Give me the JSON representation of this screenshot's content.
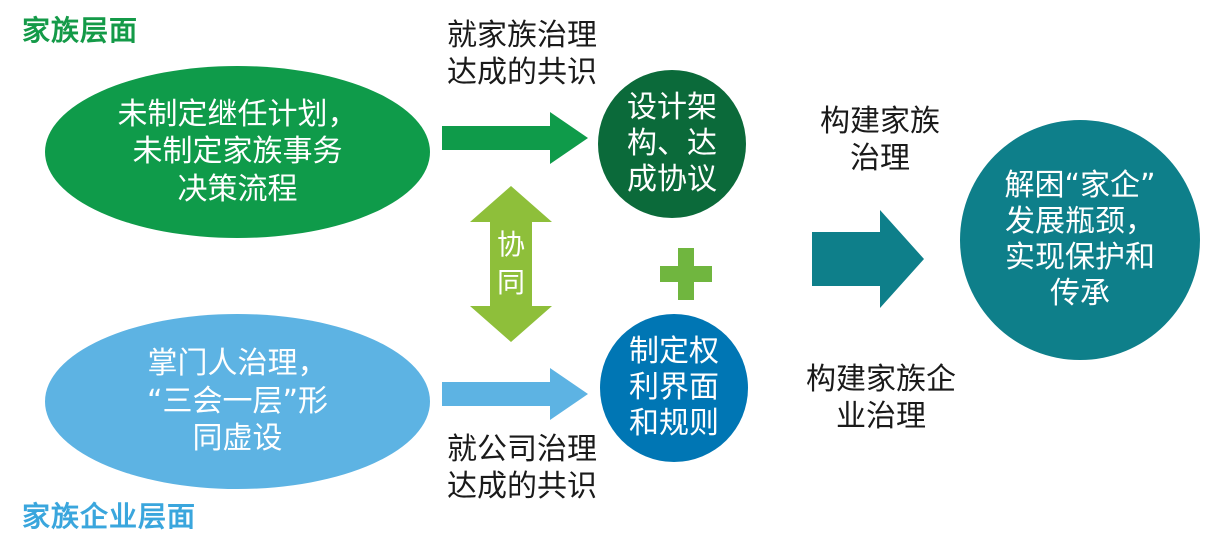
{
  "colors": {
    "green": "#0f9b4a",
    "dark_green": "#0b6a3a",
    "light_blue": "#5db3e3",
    "blue": "#0076b4",
    "teal": "#0e7f8a",
    "lime": "#8ebf3a",
    "plus_green": "#70b63f",
    "family_label": "#149a48",
    "enterprise_label": "#3aa6dd"
  },
  "family_level": {
    "title": "家族层面",
    "problem": "未制定继任计划，\n未制定家族事务\n决策流程",
    "consensus": "就家族治理\n达成的共识",
    "action": "设计架\n构、达\n成协议"
  },
  "enterprise_level": {
    "title": "家族企业层面",
    "problem": "掌门人治理，\n“三会一层”形\n同虚设",
    "consensus": "就公司治理\n达成的共识",
    "action": "制定权\n利界面\n和规则"
  },
  "collaboration": {
    "label": "协\n同",
    "plus_icon": "plus-icon"
  },
  "outcomes": {
    "build_family_governance": "构建家族\n治理",
    "build_enterprise_governance": "构建家族企\n业治理",
    "result": "解困“家企”\n发展瓶颈，\n实现保护和\n传承"
  }
}
